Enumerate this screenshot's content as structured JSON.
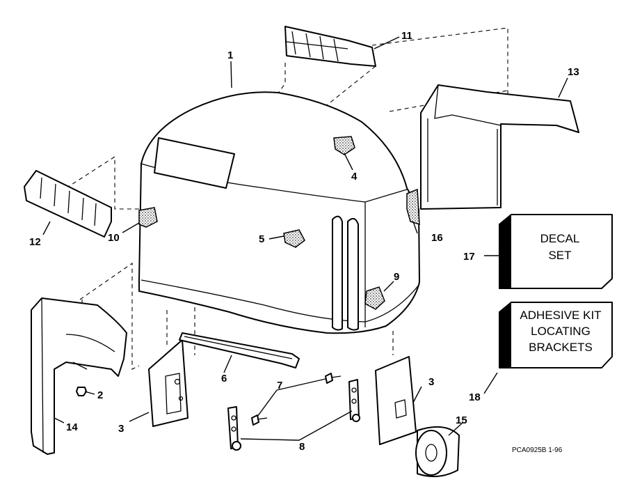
{
  "callouts": {
    "c1": "1",
    "c2": "2",
    "c3a": "3",
    "c3b": "3",
    "c4": "4",
    "c5": "5",
    "c6": "6",
    "c7": "7",
    "c8": "8",
    "c9": "9",
    "c10": "10",
    "c11": "11",
    "c12": "12",
    "c13": "13",
    "c14": "14",
    "c15": "15",
    "c16": "16",
    "c17": "17",
    "c18": "18"
  },
  "decal_box": {
    "line1": "DECAL",
    "line2": "SET"
  },
  "adhesive_box": {
    "line1": "ADHESIVE KIT",
    "line2": "LOCATING",
    "line3": "BRACKETS"
  },
  "footer_code": "PCA0925B  1-96"
}
